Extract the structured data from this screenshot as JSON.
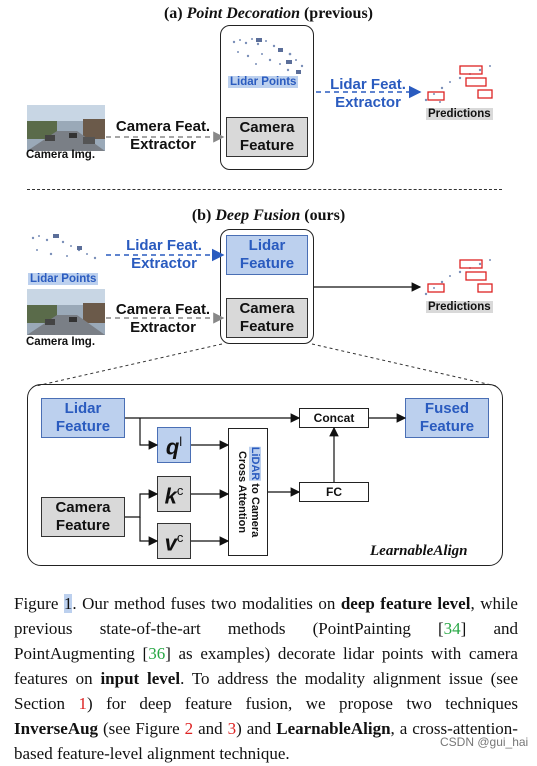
{
  "panel_a": {
    "title_prefix": "(a) ",
    "title_italic": "Point Decoration",
    "title_suffix": " (previous)",
    "lidar_points_tag": "Lidar Points",
    "camera_feature_line1": "Camera",
    "camera_feature_line2": "Feature",
    "camera_extractor_line1": "Camera Feat.",
    "camera_extractor_line2": "Extractor",
    "lidar_extractor_line1": "Lidar Feat.",
    "lidar_extractor_line2": "Extractor",
    "camera_img_tag": "Camera Img.",
    "predictions_tag": "Predictions"
  },
  "panel_b": {
    "title_prefix": "(b) ",
    "title_italic": "Deep Fusion",
    "title_suffix": " (ours)",
    "lidar_points_tag": "Lidar Points",
    "camera_img_tag": "Camera Img.",
    "lidar_extractor_line1": "Lidar Feat.",
    "lidar_extractor_line2": "Extractor",
    "camera_extractor_line1": "Camera Feat.",
    "camera_extractor_line2": "Extractor",
    "lidar_feature_line1": "Lidar",
    "lidar_feature_line2": "Feature",
    "camera_feature_line1": "Camera",
    "camera_feature_line2": "Feature",
    "predictions_tag": "Predictions"
  },
  "learnable_align": {
    "lidar_feature_line1": "Lidar",
    "lidar_feature_line2": "Feature",
    "camera_feature_line1": "Camera",
    "camera_feature_line2": "Feature",
    "q_letter": "q",
    "q_sup": "l",
    "k_letter": "k",
    "k_sup": "c",
    "v_letter": "v",
    "v_sup": "c",
    "attention_line1_a": "LiDAR",
    "attention_line1_b": " to Camera",
    "attention_line2": "Cross Attention",
    "concat": "Concat",
    "fc": "FC",
    "fused_line1": "Fused",
    "fused_line2": "Feature",
    "name": "LearnableAlign"
  },
  "caption": {
    "p1": "Figure ",
    "fig_num": "1",
    "p2": ". Our method fuses two modalities on ",
    "b1": "deep feature level",
    "p3": ", while previous state-of-the-art methods (PointPainting [",
    "c1": "34",
    "p4": "] and PointAugmenting [",
    "c2": "36",
    "p5": "] as examples) decorate lidar points with camera features on ",
    "b2": "input level",
    "p6": ".  To address the modality alignment issue (see Section ",
    "c3": "1",
    "p7": ") for deep feature fusion, we propose two techniques ",
    "b3": "InverseAug",
    "p8": " (see Figure ",
    "c4": "2",
    "p9": " and ",
    "c5": "3",
    "p10": ") and ",
    "b4": "LearnableAlign",
    "p11": ", a cross-attention-based feature-level alignment technique."
  },
  "watermark": "CSDN @gui_hai",
  "colors": {
    "blue_box_fill": "#bcd0ee",
    "blue_text": "#2a5bbf",
    "grey_box_fill": "#d9d9d9",
    "citation_green": "#27a744",
    "section_red": "#d22"
  }
}
